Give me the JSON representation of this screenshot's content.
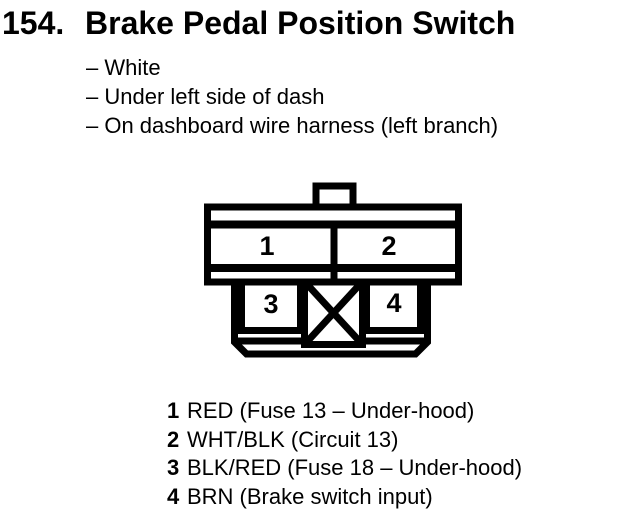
{
  "header": {
    "item_number": "154.",
    "title": "Brake Pedal Position Switch",
    "bullets": [
      "– White",
      "– Under left side of dash",
      "– On dashboard wire harness (left branch)"
    ]
  },
  "connector": {
    "description": "4-cavity connector, front view, one cavity blocked (X)",
    "pin_labels": {
      "p1": "1",
      "p2": "2",
      "p3": "3",
      "p4": "4"
    }
  },
  "legend": {
    "items": [
      {
        "pin": "1",
        "label": "RED (Fuse 13 – Under-hood)"
      },
      {
        "pin": "2",
        "label": "WHT/BLK (Circuit 13)"
      },
      {
        "pin": "3",
        "label": "BLK/RED (Fuse 18 – Under-hood)"
      },
      {
        "pin": "4",
        "label": "BRN (Brake switch input)"
      }
    ]
  },
  "colors": {
    "ink": "#000000",
    "paper": "#ffffff"
  }
}
